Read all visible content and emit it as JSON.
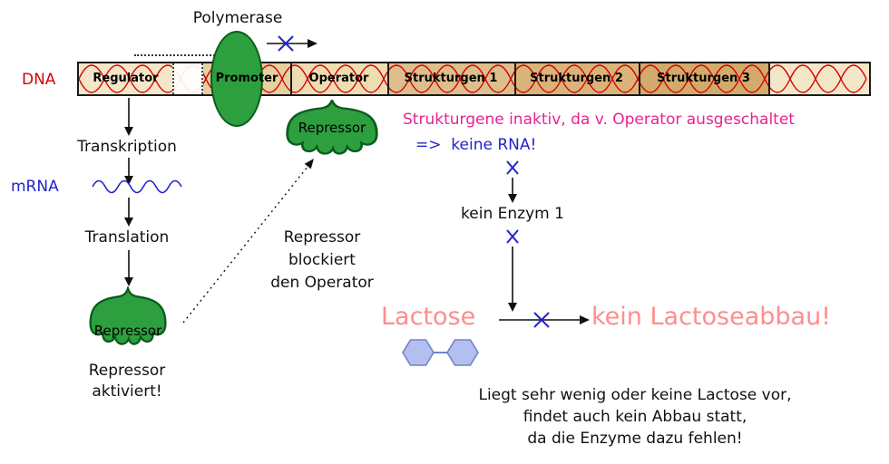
{
  "colors": {
    "dna_red": "#d40000",
    "gene_green": "#2d9f3f",
    "gene_green_border": "#0a5c1c",
    "magenta_note": "#e8238f",
    "blue": "#2323cc",
    "salmon": "#ff8d8d",
    "bar_beige": "#f4e6c8",
    "bar_tan": "#d2aa6b",
    "hexagon_fill": "#b3bfee"
  },
  "dna": {
    "label": "DNA",
    "segments": [
      {
        "label": "Regulator"
      },
      {
        "label": "Promoter"
      },
      {
        "label": "Operator"
      },
      {
        "label": "Strukturgen 1"
      },
      {
        "label": "Strukturgen 2"
      },
      {
        "label": "Strukturgen 3"
      }
    ]
  },
  "polymerase": {
    "label": "Polymerase"
  },
  "flow": {
    "transkription": "Transkription",
    "mrna": "mRNA",
    "translation": "Translation",
    "repressor": "Repressor",
    "aktiviert_lines": [
      "Repressor",
      "aktiviert!"
    ]
  },
  "operator_block": {
    "repressor": "Repressor",
    "note_lines": [
      "Repressor",
      "blockiert",
      "den Operator"
    ]
  },
  "result": {
    "inactive_note": "Strukturgene inaktiv, da v. Operator ausgeschaltet",
    "keine_rna": "=>  keine RNA!",
    "kein_enzym": "kein Enzym 1",
    "lactose": "Lactose",
    "kein_abbau": "kein Lactoseabbau!",
    "bottom_lines": [
      "Liegt sehr wenig oder keine Lactose vor,",
      "findet auch kein Abbau statt,",
      "da die Enzyme dazu fehlen!"
    ]
  }
}
